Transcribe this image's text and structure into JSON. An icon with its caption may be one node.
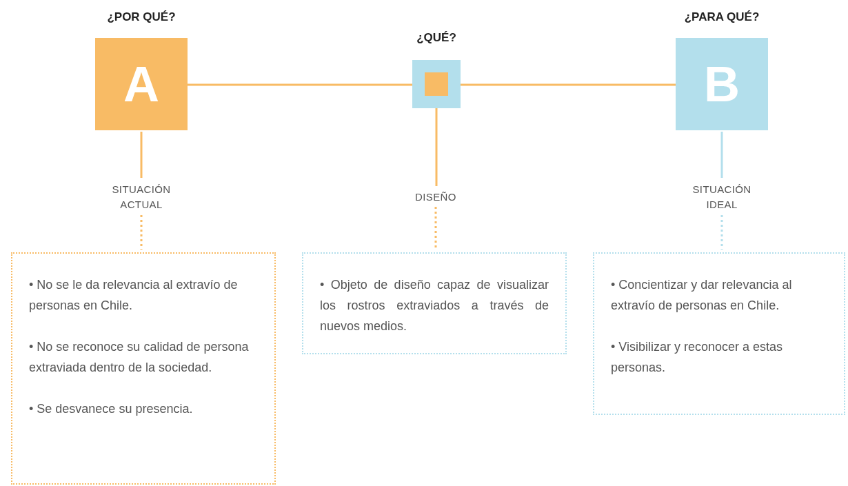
{
  "diagram": {
    "nodes": [
      {
        "text": [
          "¿POR QUÉ?",
          "A"
        ]
      },
      {
        "text": [
          "¿QUÉ?"
        ]
      },
      {
        "text": [],
        "shape": "box",
        "in": 1
      },
      {
        "text": [
          "¿PARA QUÉ?",
          "B"
        ]
      },
      {
        "text": [
          "SITUACIÓN ACTUAL"
        ]
      },
      {
        "text": [
          "DISEÑO"
        ]
      },
      {
        "text": [
          "SITUACIÓN IDEAL"
        ]
      },
      {
        "text": [
          "• No se le da relevancia al extravío de personas en Chile.",
          "• No se reconoce su calidad de persona extraviada dentro de la sociedad.",
          "• Se desvanece su presencia."
        ]
      },
      {
        "text": [
          "• Objeto de diseño capaz de visualizar los rostros extraviados a través de nuevos medios."
        ]
      },
      {
        "text": [
          "• Concientizar y dar relevancia al extravío de personas en Chile.",
          "• Visibilizar y reconocer a estas personas."
        ]
      }
    ],
    "edges": [
      {
        "from": 0,
        "to": 1,
        "arrow": "none"
      },
      {
        "from": 1,
        "to": 3,
        "arrow": "none"
      },
      {
        "from": 0,
        "to": 4,
        "arrow": "none"
      },
      {
        "from": 2,
        "to": 5,
        "arrow": "none"
      },
      {
        "from": 3,
        "to": 6,
        "arrow": "none",
        "color": "#b3dfec"
      },
      {
        "from": 4,
        "to": 7,
        "arrow": "none",
        "style": "dashed"
      },
      {
        "from": 5,
        "to": 8,
        "arrow": "none",
        "style": "dashed"
      },
      {
        "from": 6,
        "to": 9,
        "arrow": "none",
        "style": "dashed",
        "color": "#b3dfec"
      }
    ]
  }
}
